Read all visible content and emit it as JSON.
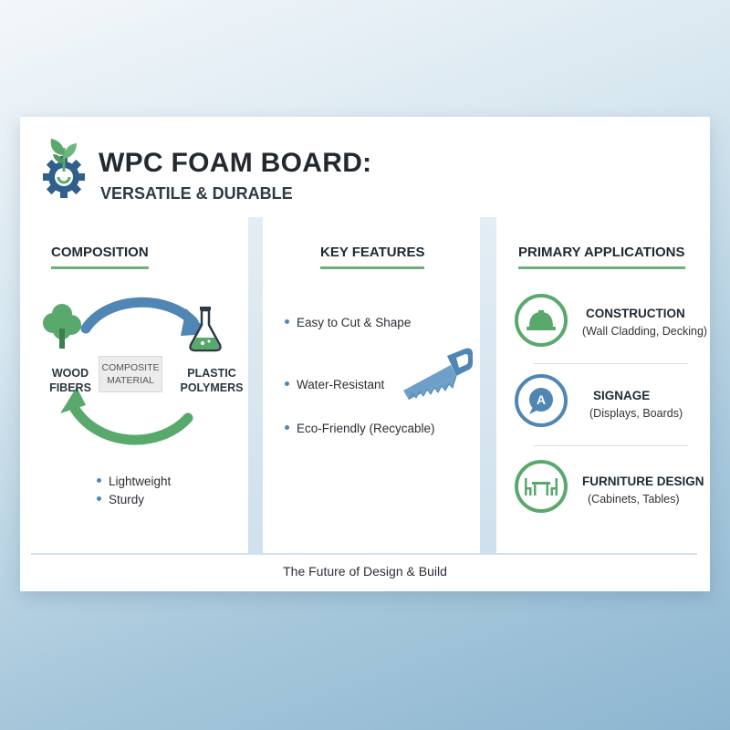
{
  "header": {
    "title": "WPC FOAM BOARD:",
    "subtitle": "VERSATILE & DURABLE",
    "logo_icon": "sprout-gear-icon"
  },
  "composition": {
    "title": "COMPOSITION",
    "left_label": "WOOD\nFIBERS",
    "right_label": "PLASTIC\nPOLYMERS",
    "center_label_line1": "COMPOSITE",
    "center_label_line2": "MATERIAL",
    "bullets": [
      "Lightweight",
      "Sturdy"
    ]
  },
  "features": {
    "title": "KEY FEATURES",
    "items": [
      "Easy to Cut & Shape",
      "Water-Resistant",
      "Eco-Friendly (Recycable)"
    ]
  },
  "applications": {
    "title": "PRIMARY APPLICATIONS",
    "items": [
      {
        "title": "CONSTRUCTION",
        "detail": "(Wall Cladding, Decking)",
        "icon": "hard-hat-icon",
        "color": "#5aa96c"
      },
      {
        "title": "SIGNAGE",
        "detail": "(Displays, Boards)",
        "icon": "sign-speech-bubble-icon",
        "color": "#4f86b3"
      },
      {
        "title": "FURNITURE DESIGN",
        "detail": "(Cabinets, Tables)",
        "icon": "table-chairs-icon",
        "color": "#5aa96c"
      }
    ]
  },
  "footer": {
    "text": "The Future of Design & Build"
  },
  "colors": {
    "green": "#5aa96c",
    "blue": "#4f86b3",
    "dark_blue": "#2f5f8a"
  }
}
